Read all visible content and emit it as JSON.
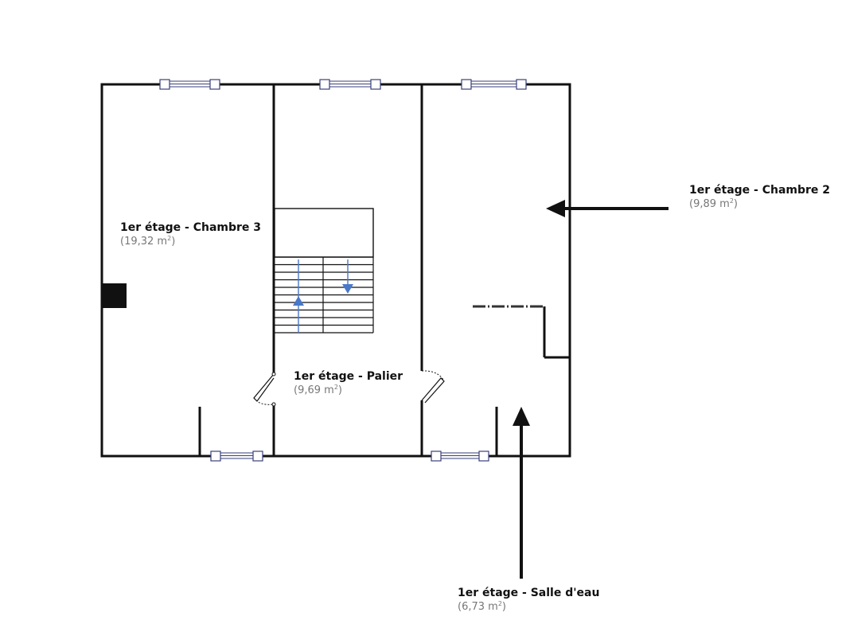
{
  "floor_plan": {
    "colors": {
      "wall": "#111111",
      "window": "#3a3f7a",
      "window_fill": "#ffffff",
      "stair_arrow": "#4a78c8",
      "area_text": "#777777"
    },
    "rooms": [
      {
        "id": "chambre-3",
        "name": "1er étage - Chambre 3",
        "area_value": "(19,32 m",
        "area_unit_suffix": ")"
      },
      {
        "id": "palier",
        "name": "1er étage - Palier",
        "area_value": "(9,69 m",
        "area_unit_suffix": ")"
      },
      {
        "id": "chambre-2",
        "name": "1er étage - Chambre 2",
        "area_value": "(9,89 m",
        "area_unit_suffix": ")"
      },
      {
        "id": "salle-deau",
        "name": "1er étage - Salle d'eau",
        "area_value": "(6,73 m",
        "area_unit_suffix": ")"
      }
    ],
    "area_superscript": "2",
    "icons": [
      "window-icon",
      "door-swing-icon",
      "staircase-icon",
      "up-arrow-icon",
      "down-arrow-icon",
      "pointer-arrow-icon",
      "chimney-icon"
    ]
  }
}
